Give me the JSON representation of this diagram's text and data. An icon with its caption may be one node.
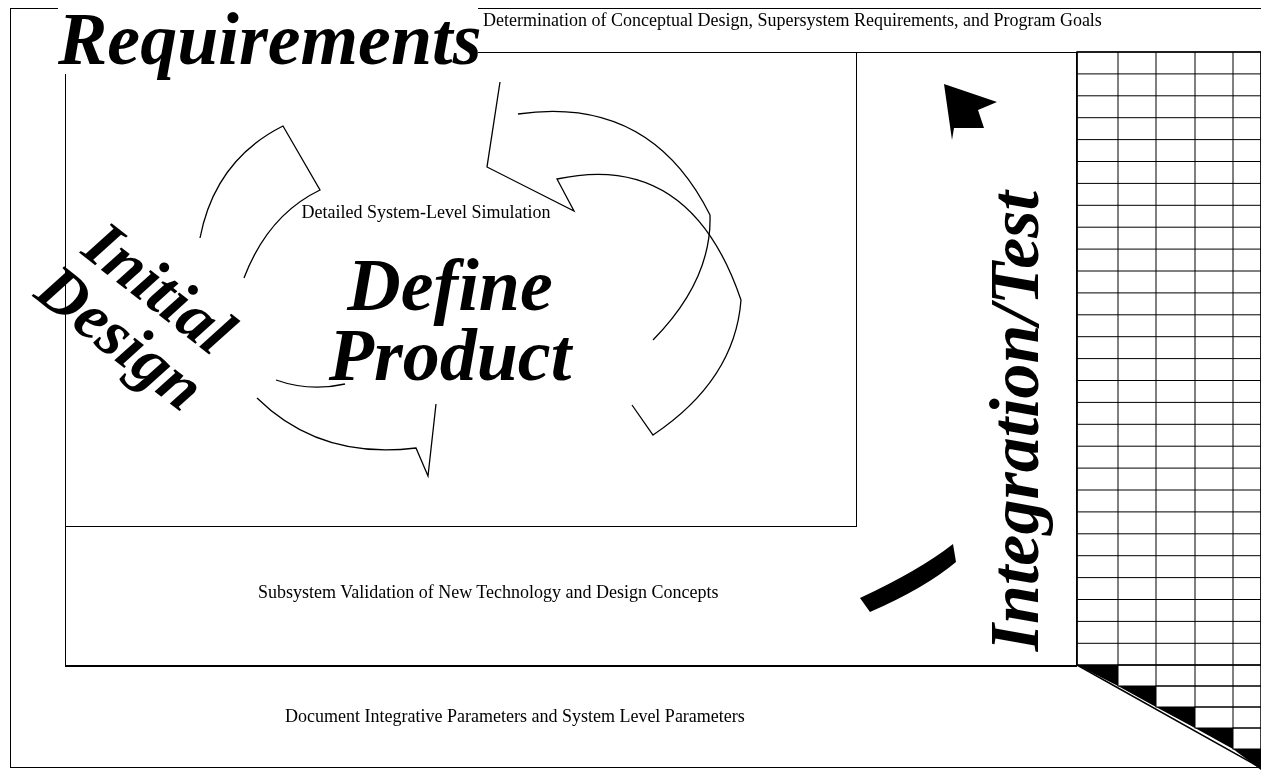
{
  "diagram": {
    "nodes": [
      {
        "text": [
          "Determination of Conceptual Design, Supersystem Requirements, and Program Goals"
        ]
      },
      {
        "text": [
          "Subsystem Validation of New Technology and Design Concepts"
        ],
        "in": 0
      },
      {
        "text": [
          "Detailed System-Level Simulation"
        ],
        "in": 1
      },
      {
        "text": [
          "Document Integrative Parameters and System Level Parameters"
        ],
        "in": 0
      }
    ],
    "labels": [
      "Requirements",
      "Initial Design",
      "Define Product",
      "Integration/Test"
    ]
  }
}
